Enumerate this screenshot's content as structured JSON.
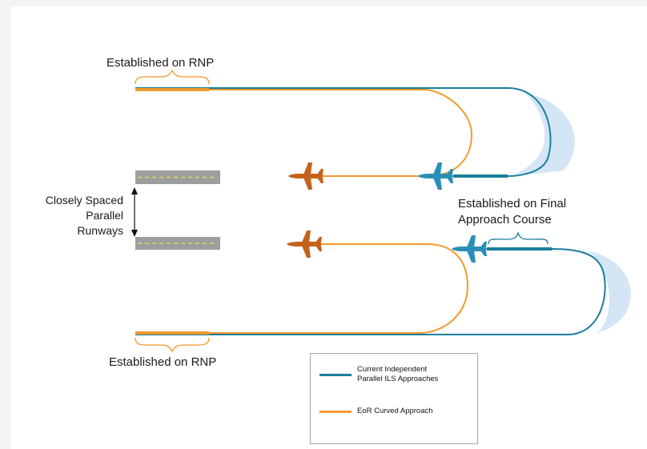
{
  "labels": {
    "rnp_top": "Established on RNP",
    "rnp_bottom": "Established on RNP",
    "runways_line1": "Closely Spaced",
    "runways_line2": "Parallel",
    "runways_line3": "Runways",
    "final_line1": "Established on Final",
    "final_line2": "Approach Course"
  },
  "legend": {
    "items": [
      {
        "line1": "Current Independent",
        "line2": "Parallel ILS Approaches",
        "color": "#1a7f9c"
      },
      {
        "line1": "EoR Curved Approach",
        "line2": "",
        "color": "#f39a2e"
      }
    ]
  },
  "colors": {
    "ils": "#1a7f9c",
    "eor": "#f39a2e",
    "aircraft_eor": "#c4621c",
    "aircraft_ils": "#2a8fb8",
    "tolerance": "#d4e6f6",
    "runway": "#9e9e9e",
    "centerline": "#e8e24a"
  }
}
